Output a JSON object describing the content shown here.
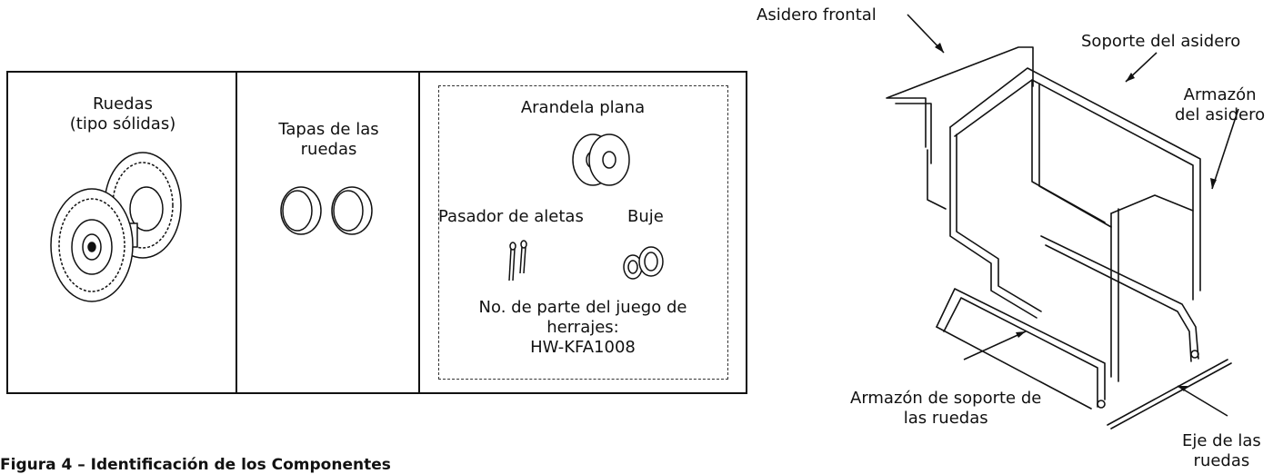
{
  "cells": {
    "wheels_line1": "Ruedas",
    "wheels_line2": "(tipo sólidas)",
    "caps_line1": "Tapas de las",
    "caps_line2": "ruedas",
    "washer": "Arandela plana",
    "cotter_pin": "Pasador de aletas",
    "bushing": "Buje",
    "kit_line1": "No. de parte del juego de",
    "kit_line2": "herrajes:",
    "kit_line3": "HW-KFA1008"
  },
  "callouts": {
    "front_handle": "Asidero frontal",
    "handle_support": "Soporte del asidero",
    "handle_frame_line1": "Armazón",
    "handle_frame_line2": "del asidero",
    "wheel_frame_line1": "Armazón de soporte de",
    "wheel_frame_line2": "las ruedas",
    "axle_line1": "Eje de las",
    "axle_line2": "ruedas"
  },
  "caption": "Figura 4 – Identificación de los Componentes"
}
